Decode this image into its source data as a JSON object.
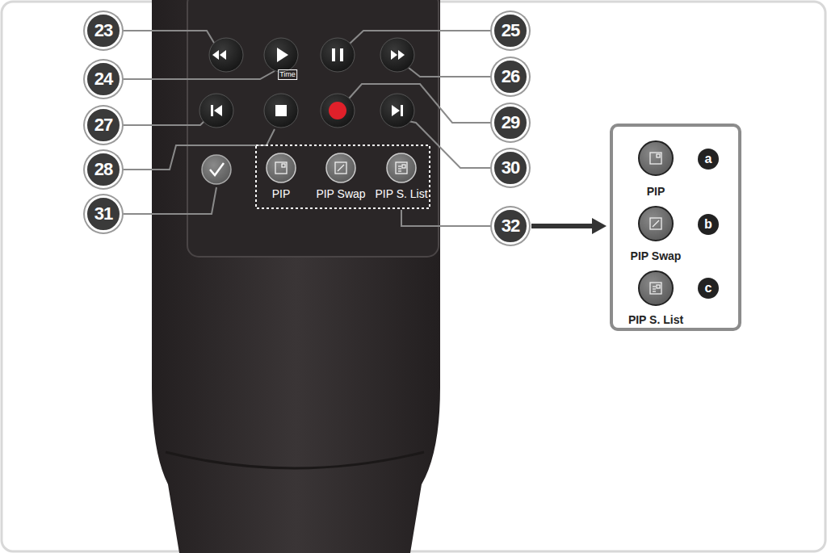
{
  "diagram": {
    "nodes": [
      {
        "text": [
          "23"
        ]
      },
      {
        "text": [
          "24"
        ]
      },
      {
        "text": [
          "27"
        ]
      },
      {
        "text": [
          "28"
        ]
      },
      {
        "text": [
          "31"
        ]
      },
      {
        "text": [
          "25"
        ]
      },
      {
        "text": [
          "26"
        ]
      },
      {
        "text": [
          "29"
        ]
      },
      {
        "text": [
          "30"
        ]
      },
      {
        "text": [
          "32"
        ]
      },
      {
        "text": [
          "PIP",
          "PIP Swap",
          "PIP S. List"
        ]
      },
      {
        "text": [
          "a"
        ],
        "in": 10
      },
      {
        "text": [
          "b"
        ],
        "in": 10
      },
      {
        "text": [
          "c"
        ],
        "in": 10
      }
    ],
    "edges": [
      {
        "from": 9,
        "to": 10,
        "arrow": "to"
      }
    ],
    "labels": [
      "Time",
      "PIP",
      "PIP Swap",
      "PIP S. List"
    ]
  }
}
